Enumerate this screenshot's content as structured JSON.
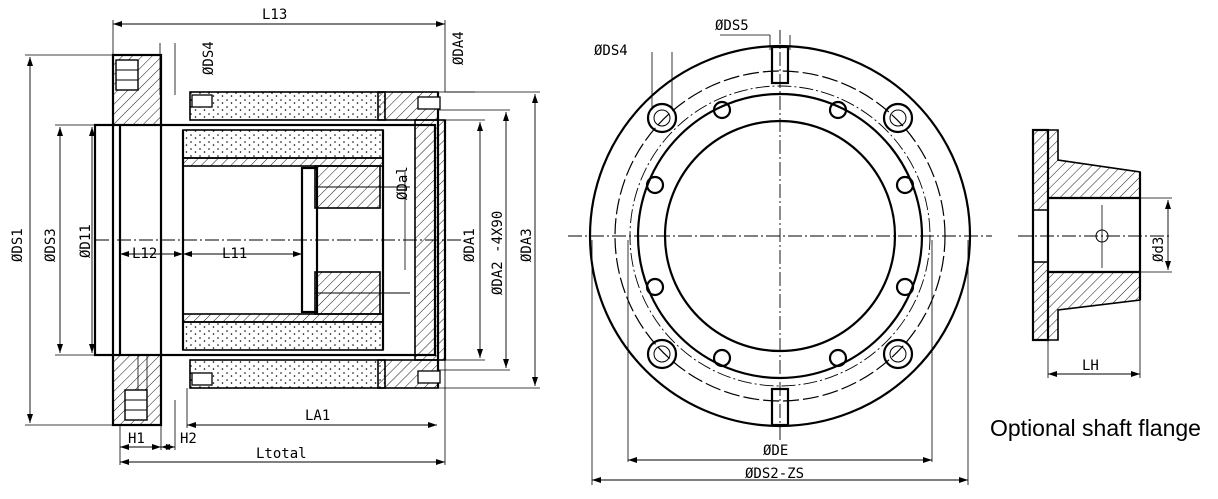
{
  "diagram": {
    "section_view": {
      "labels": {
        "l13": "L13",
        "da4": "ØDA4",
        "ds4": "ØDS4",
        "ds1": "ØDS1",
        "ds3": "ØDS3",
        "d11": "ØD11",
        "l12": "L12",
        "l11": "L11",
        "dai": "ØDal",
        "da1": "ØDA1",
        "da2": "ØDA2 -4X90",
        "da3": "ØDA3",
        "la1": "LA1",
        "h1": "H1",
        "h2": "H2",
        "ltotal": "Ltotal"
      }
    },
    "front_view": {
      "labels": {
        "ds4": "ØDS4",
        "ds5": "ØDS5",
        "de": "ØDE",
        "ds2": "ØDS2-ZS"
      }
    },
    "optional_flange": {
      "caption": "Optional shaft flange",
      "labels": {
        "d3": "Ød3",
        "lh": "LH"
      }
    }
  }
}
